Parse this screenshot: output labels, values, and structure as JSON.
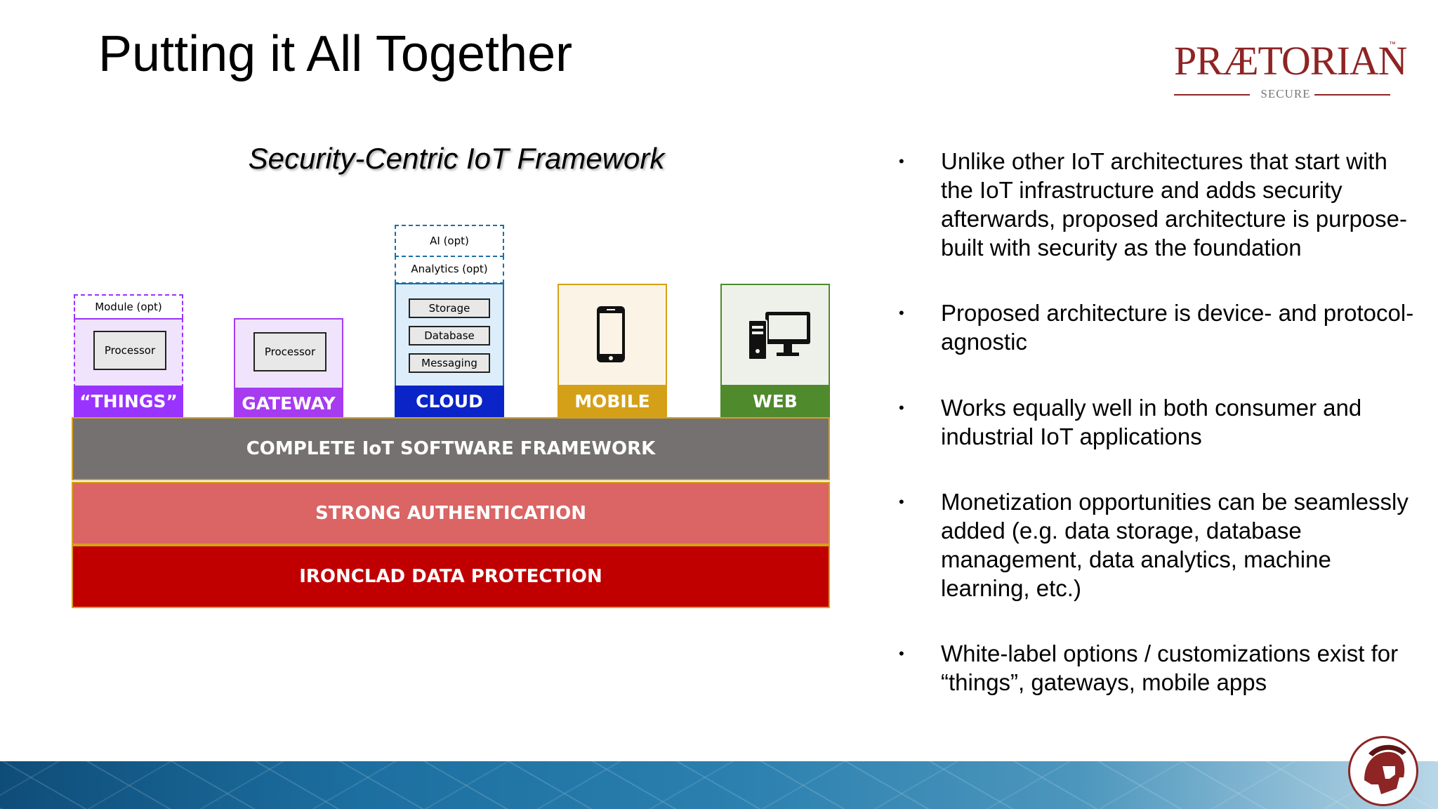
{
  "slide": {
    "title": "Putting it All Together",
    "logo": {
      "word": "PRÆTORIAN",
      "tm": "™",
      "sub": "SECURE"
    }
  },
  "diagram": {
    "title": "Security-Centric IoT Framework",
    "columns": {
      "things": {
        "label": "“THINGS”",
        "module": "Module (opt)",
        "inner": "Processor"
      },
      "gateway": {
        "label": "GATEWAY",
        "inner": "Processor"
      },
      "cloud": {
        "label": "CLOUD",
        "ai": "AI (opt)",
        "analytics": "Analytics (opt)",
        "items": [
          "Storage",
          "Database",
          "Messaging"
        ]
      },
      "mobile": {
        "label": "MOBILE"
      },
      "web": {
        "label": "WEB"
      }
    },
    "layers": [
      "COMPLETE IoT SOFTWARE FRAMEWORK",
      "STRONG AUTHENTICATION",
      "IRONCLAD DATA PROTECTION"
    ],
    "colors": {
      "things": "#9933ff",
      "gateway": "#a63bf0",
      "cloud": "#0a24c8",
      "mobile": "#d4a017",
      "web": "#4f8a2c",
      "framework": "#767171",
      "auth": "#db6464",
      "protection": "#c00000"
    }
  },
  "bullets": [
    "Unlike other IoT architectures that start with the IoT infrastructure and adds security afterwards, proposed architecture is purpose-built with security as the foundation",
    "Proposed architecture is device- and protocol-agnostic",
    "Works equally well in both consumer and industrial IoT applications",
    "Monetization opportunities can be seamlessly added (e.g. data storage, database management, data analytics, machine learning, etc.)",
    "White-label options / customizations exist for “things”, gateways, mobile apps"
  ],
  "bullet_glyph": "•"
}
